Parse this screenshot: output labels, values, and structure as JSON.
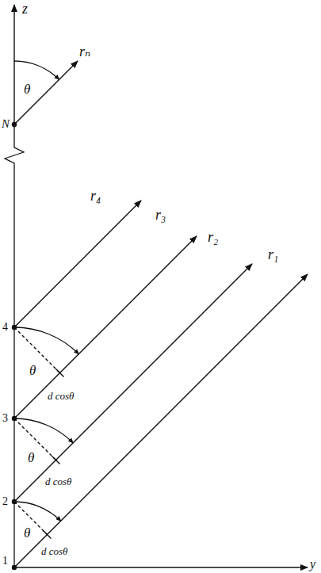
{
  "diagram": {
    "labels": [
      "z",
      "rₙ",
      "θ",
      "N",
      "r₄",
      "r₃",
      "r₂",
      "r₁",
      "4",
      "θ",
      "d cosθ",
      "3",
      "θ",
      "d cosθ",
      "2",
      "θ",
      "d cosθ",
      "1",
      "y"
    ]
  }
}
